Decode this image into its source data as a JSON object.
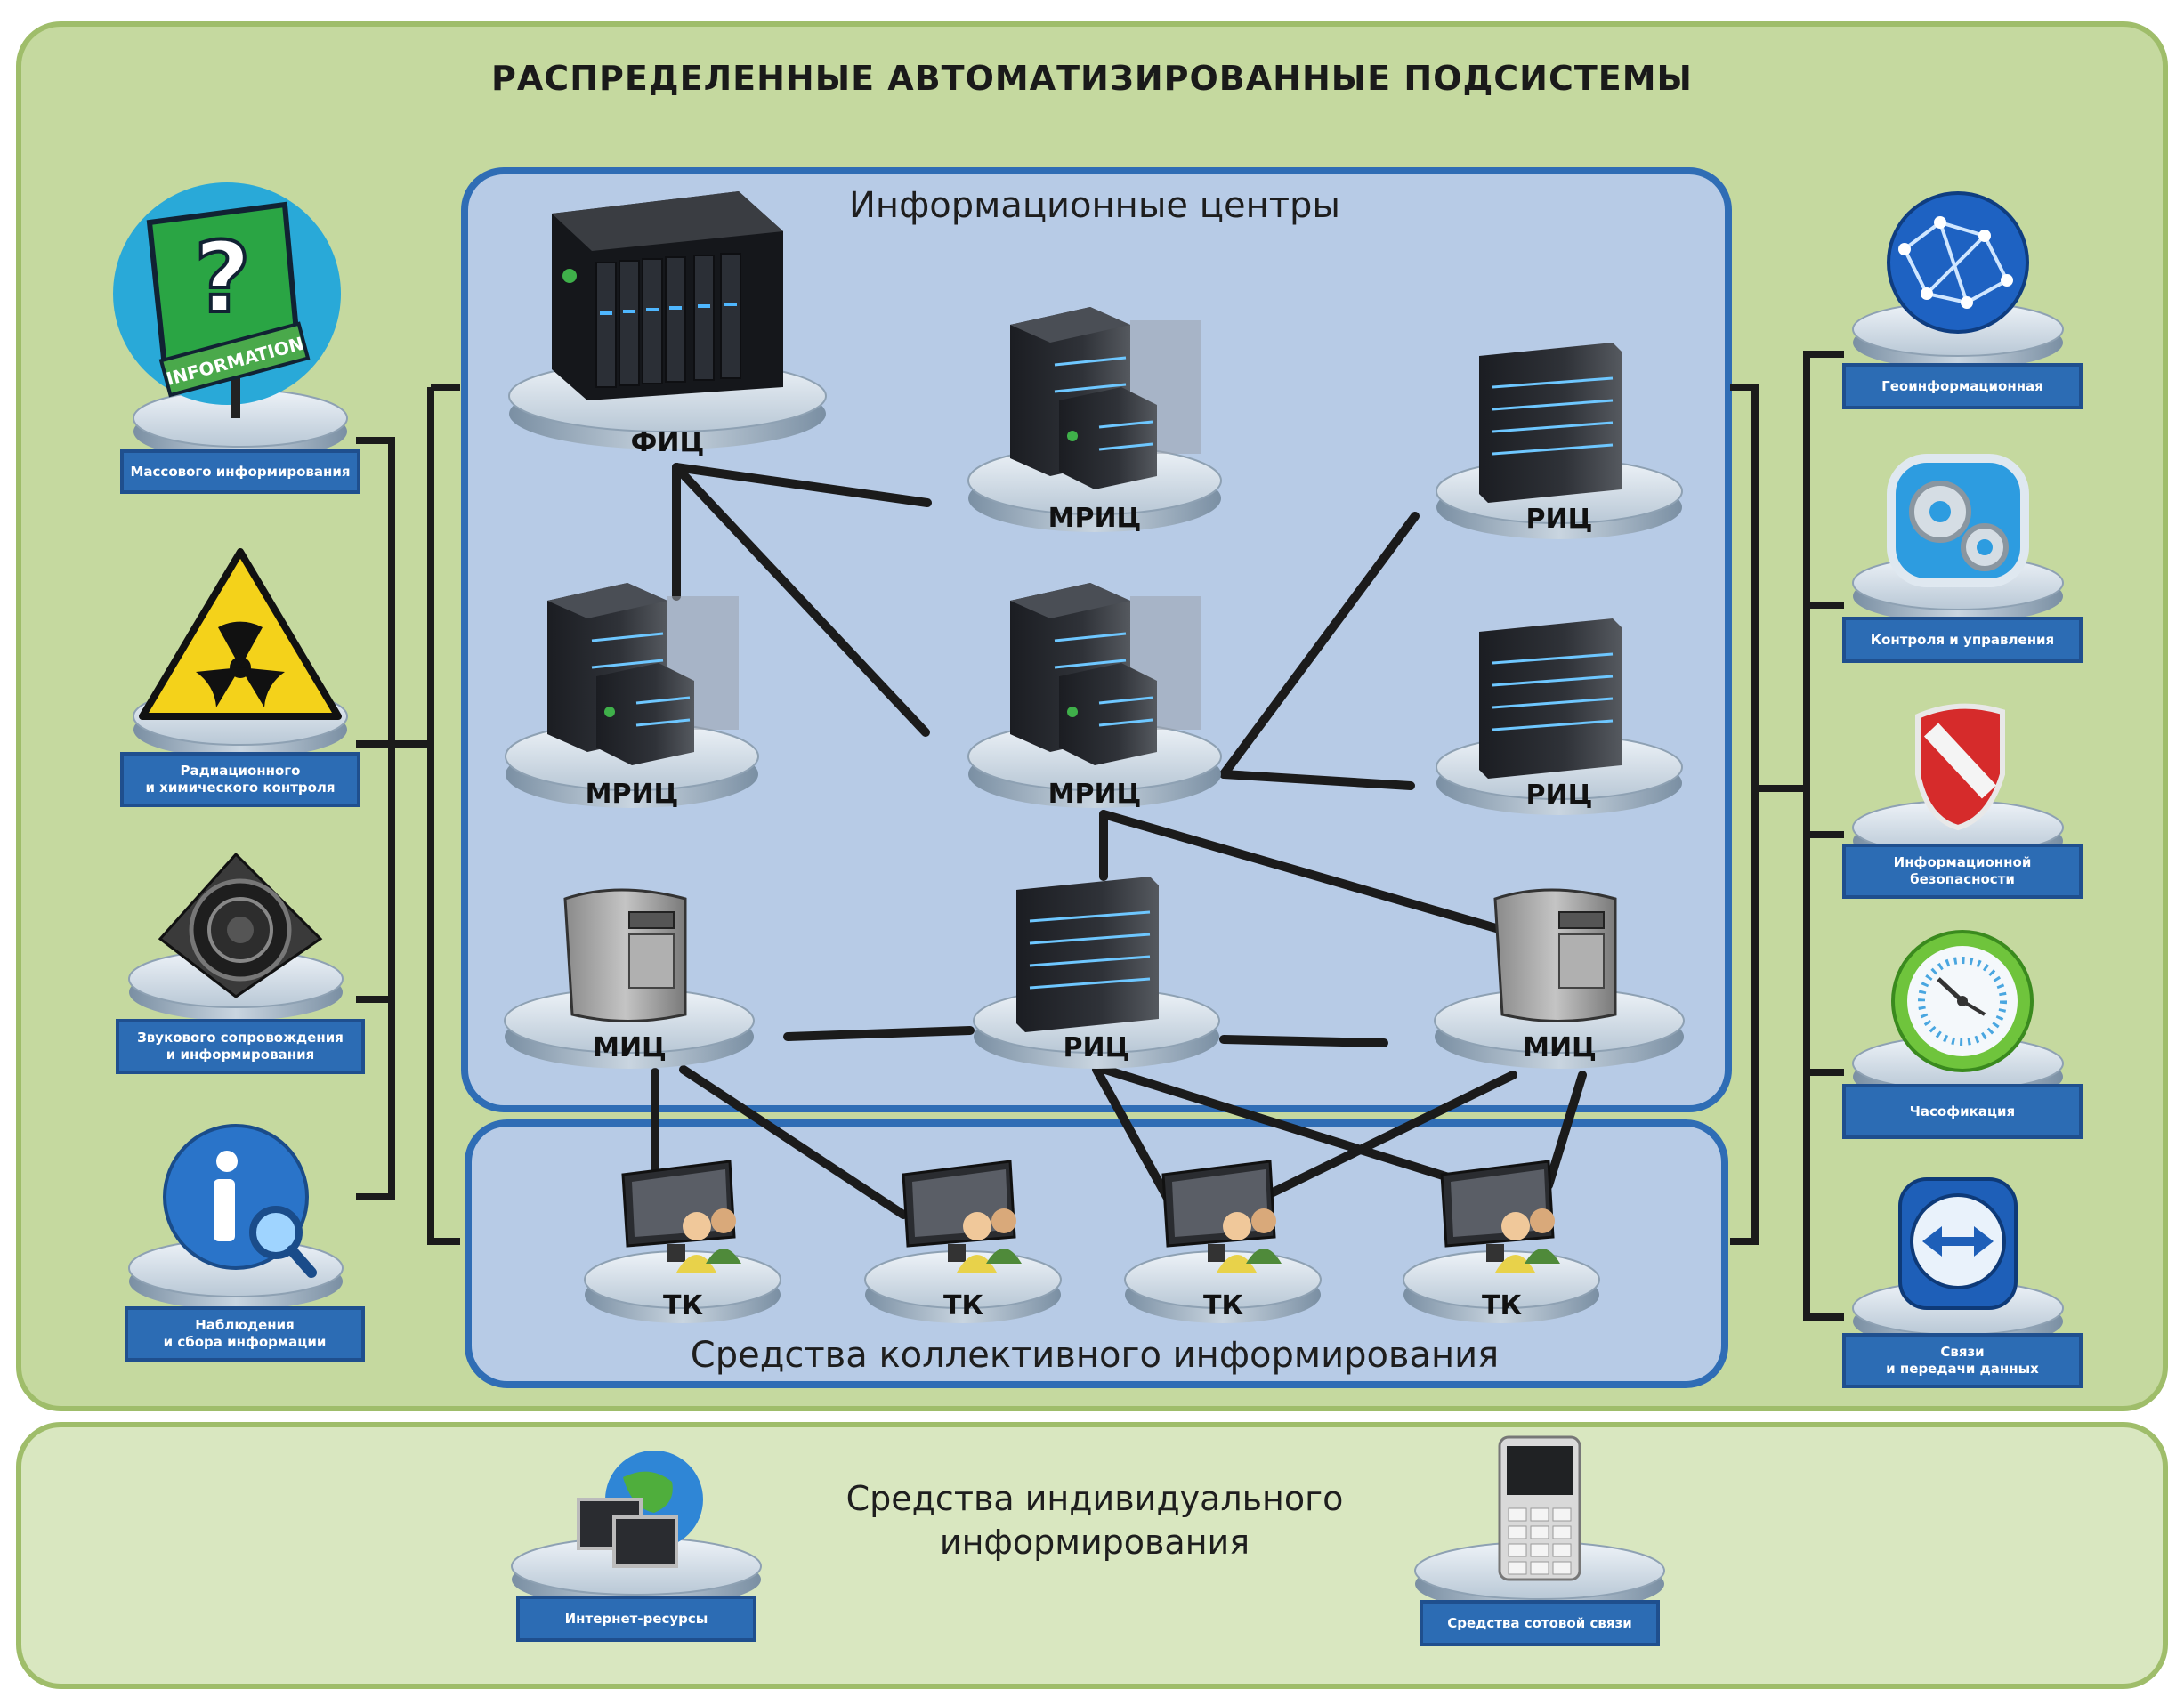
{
  "title": "РАСПРЕДЕЛЕННЫЕ АВТОМАТИЗИРОВАННЫЕ ПОДСИСТЕМЫ",
  "info_centers": {
    "title": "Информационные центры",
    "nodes": {
      "fic": "ФИЦ",
      "mric_top": "МРИЦ",
      "ric_top": "РИЦ",
      "mric_left": "МРИЦ",
      "mric_center": "МРИЦ",
      "ric_right": "РИЦ",
      "mic_left": "МИЦ",
      "ric_bottom": "РИЦ",
      "mic_right": "МИЦ"
    }
  },
  "collective": {
    "title": "Средства коллективного информирования",
    "tk": [
      "ТК",
      "ТК",
      "ТК",
      "ТК"
    ]
  },
  "left_subsystems": [
    "Массового информирования",
    "Радиационного\nи химического контроля",
    "Звукового сопровождения\nи информирования",
    "Наблюдения\nи сбора информации"
  ],
  "right_subsystems": [
    "Геоинформационная",
    "Контроля и управления",
    "Информационной безопасности",
    "Часофикация",
    "Связи\nи передачи данных"
  ],
  "individual": {
    "title_line1": "Средства индивидуального",
    "title_line2": "информирования",
    "internet": "Интернет-ресурсы",
    "cellular": "Средства сотовой связи"
  },
  "icon_text": {
    "information_sign": "INFORMATION"
  },
  "colors": {
    "outer_bg": "#c5d99f",
    "group_bg": "#b7cbe6",
    "group_border": "#2f6db5",
    "label_bg": "#2c6cb4"
  }
}
